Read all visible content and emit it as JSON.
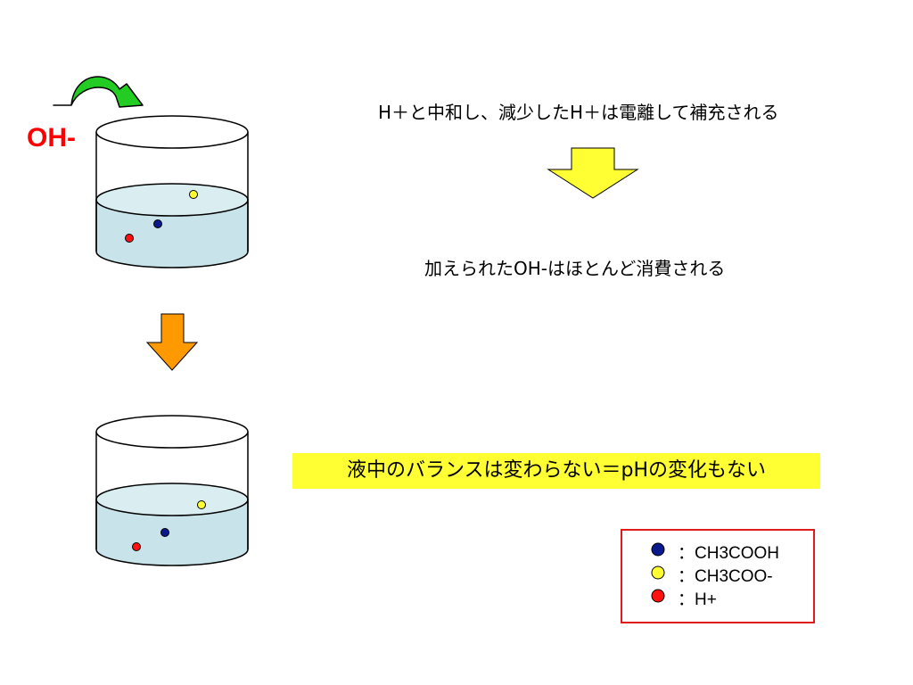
{
  "title_steps": {
    "step1": "H＋と中和し、減少したH＋は電離して補充される",
    "step2": "加えられたOH-はほとんど消費される"
  },
  "added_ion_label": "OH-",
  "conclusion": "液中のバランスは変わらない＝pHの変化もない",
  "legend": {
    "items": [
      {
        "label": "：CH3COOH",
        "color": "#0a1a8c",
        "name": "ch3cooh"
      },
      {
        "label": "：CH3COO-",
        "color": "#ffff33",
        "name": "ch3coo-minus"
      },
      {
        "label": "：H+",
        "color": "#ff1111",
        "name": "h-plus"
      }
    ]
  },
  "colors": {
    "liquid": "#c8e4ea",
    "liquid_surface": "#daeef2",
    "green_arrow": "#22cc22",
    "orange_arrow": "#ff9900",
    "yellow_arrow": "#ffff33",
    "legend_border": "#e11b1b"
  }
}
